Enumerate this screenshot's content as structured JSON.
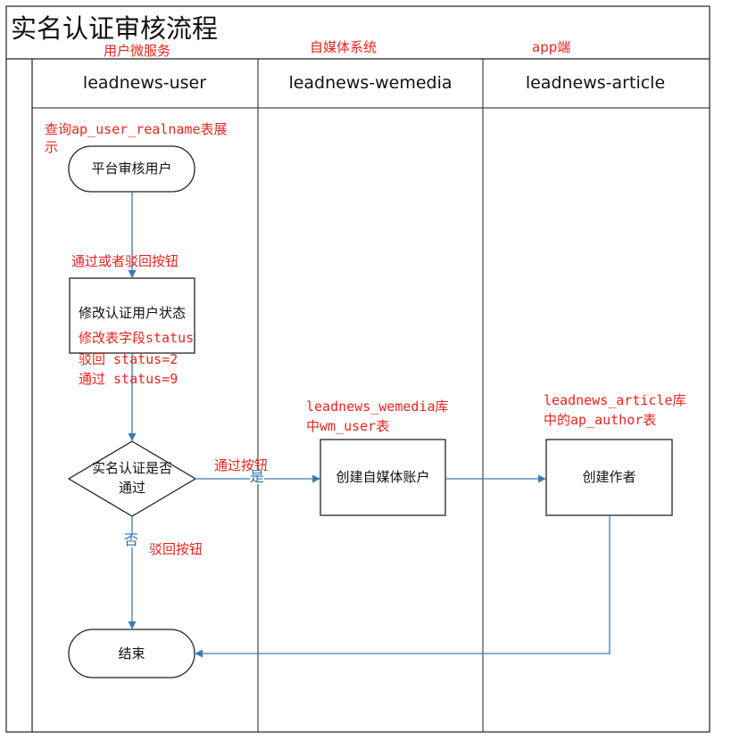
{
  "title": "实名认证审核流程",
  "lanes": [
    {
      "system_label": "用户微服务",
      "header": "leadnews-user"
    },
    {
      "system_label": "自媒体系统",
      "header": "leadnews-wemedia"
    },
    {
      "system_label": "app端",
      "header": "leadnews-article"
    }
  ],
  "nodes": {
    "start": "平台审核用户",
    "modify": "修改认证用户状态",
    "decision_line1": "实名认证是否",
    "decision_line2": "通过",
    "create_wemedia": "创建自媒体账户",
    "create_author": "创建作者",
    "end": "结束"
  },
  "annotations": {
    "query_line1": "查询ap_user_realname表展",
    "query_line2": "示",
    "approve_reject": "通过或者驳回按钮",
    "modify_field": "修改表字段status",
    "reject_status": "驳回 status=2",
    "approve_status": "通过 status=9",
    "approve_button": "通过按钮",
    "reject_button": "驳回按钮",
    "wemedia_db_line1": "leadnews_wemedia库",
    "wemedia_db_line2": "中wm_user表",
    "article_db_line1": "leadnews_article库",
    "article_db_line2": "中的ap_author表"
  },
  "edge_labels": {
    "yes": "是",
    "no": "否"
  },
  "colors": {
    "annotation": "#e8251e",
    "arrow": "#3a7ab5",
    "edge_label": "#2e6fa6",
    "line": "#222222"
  }
}
